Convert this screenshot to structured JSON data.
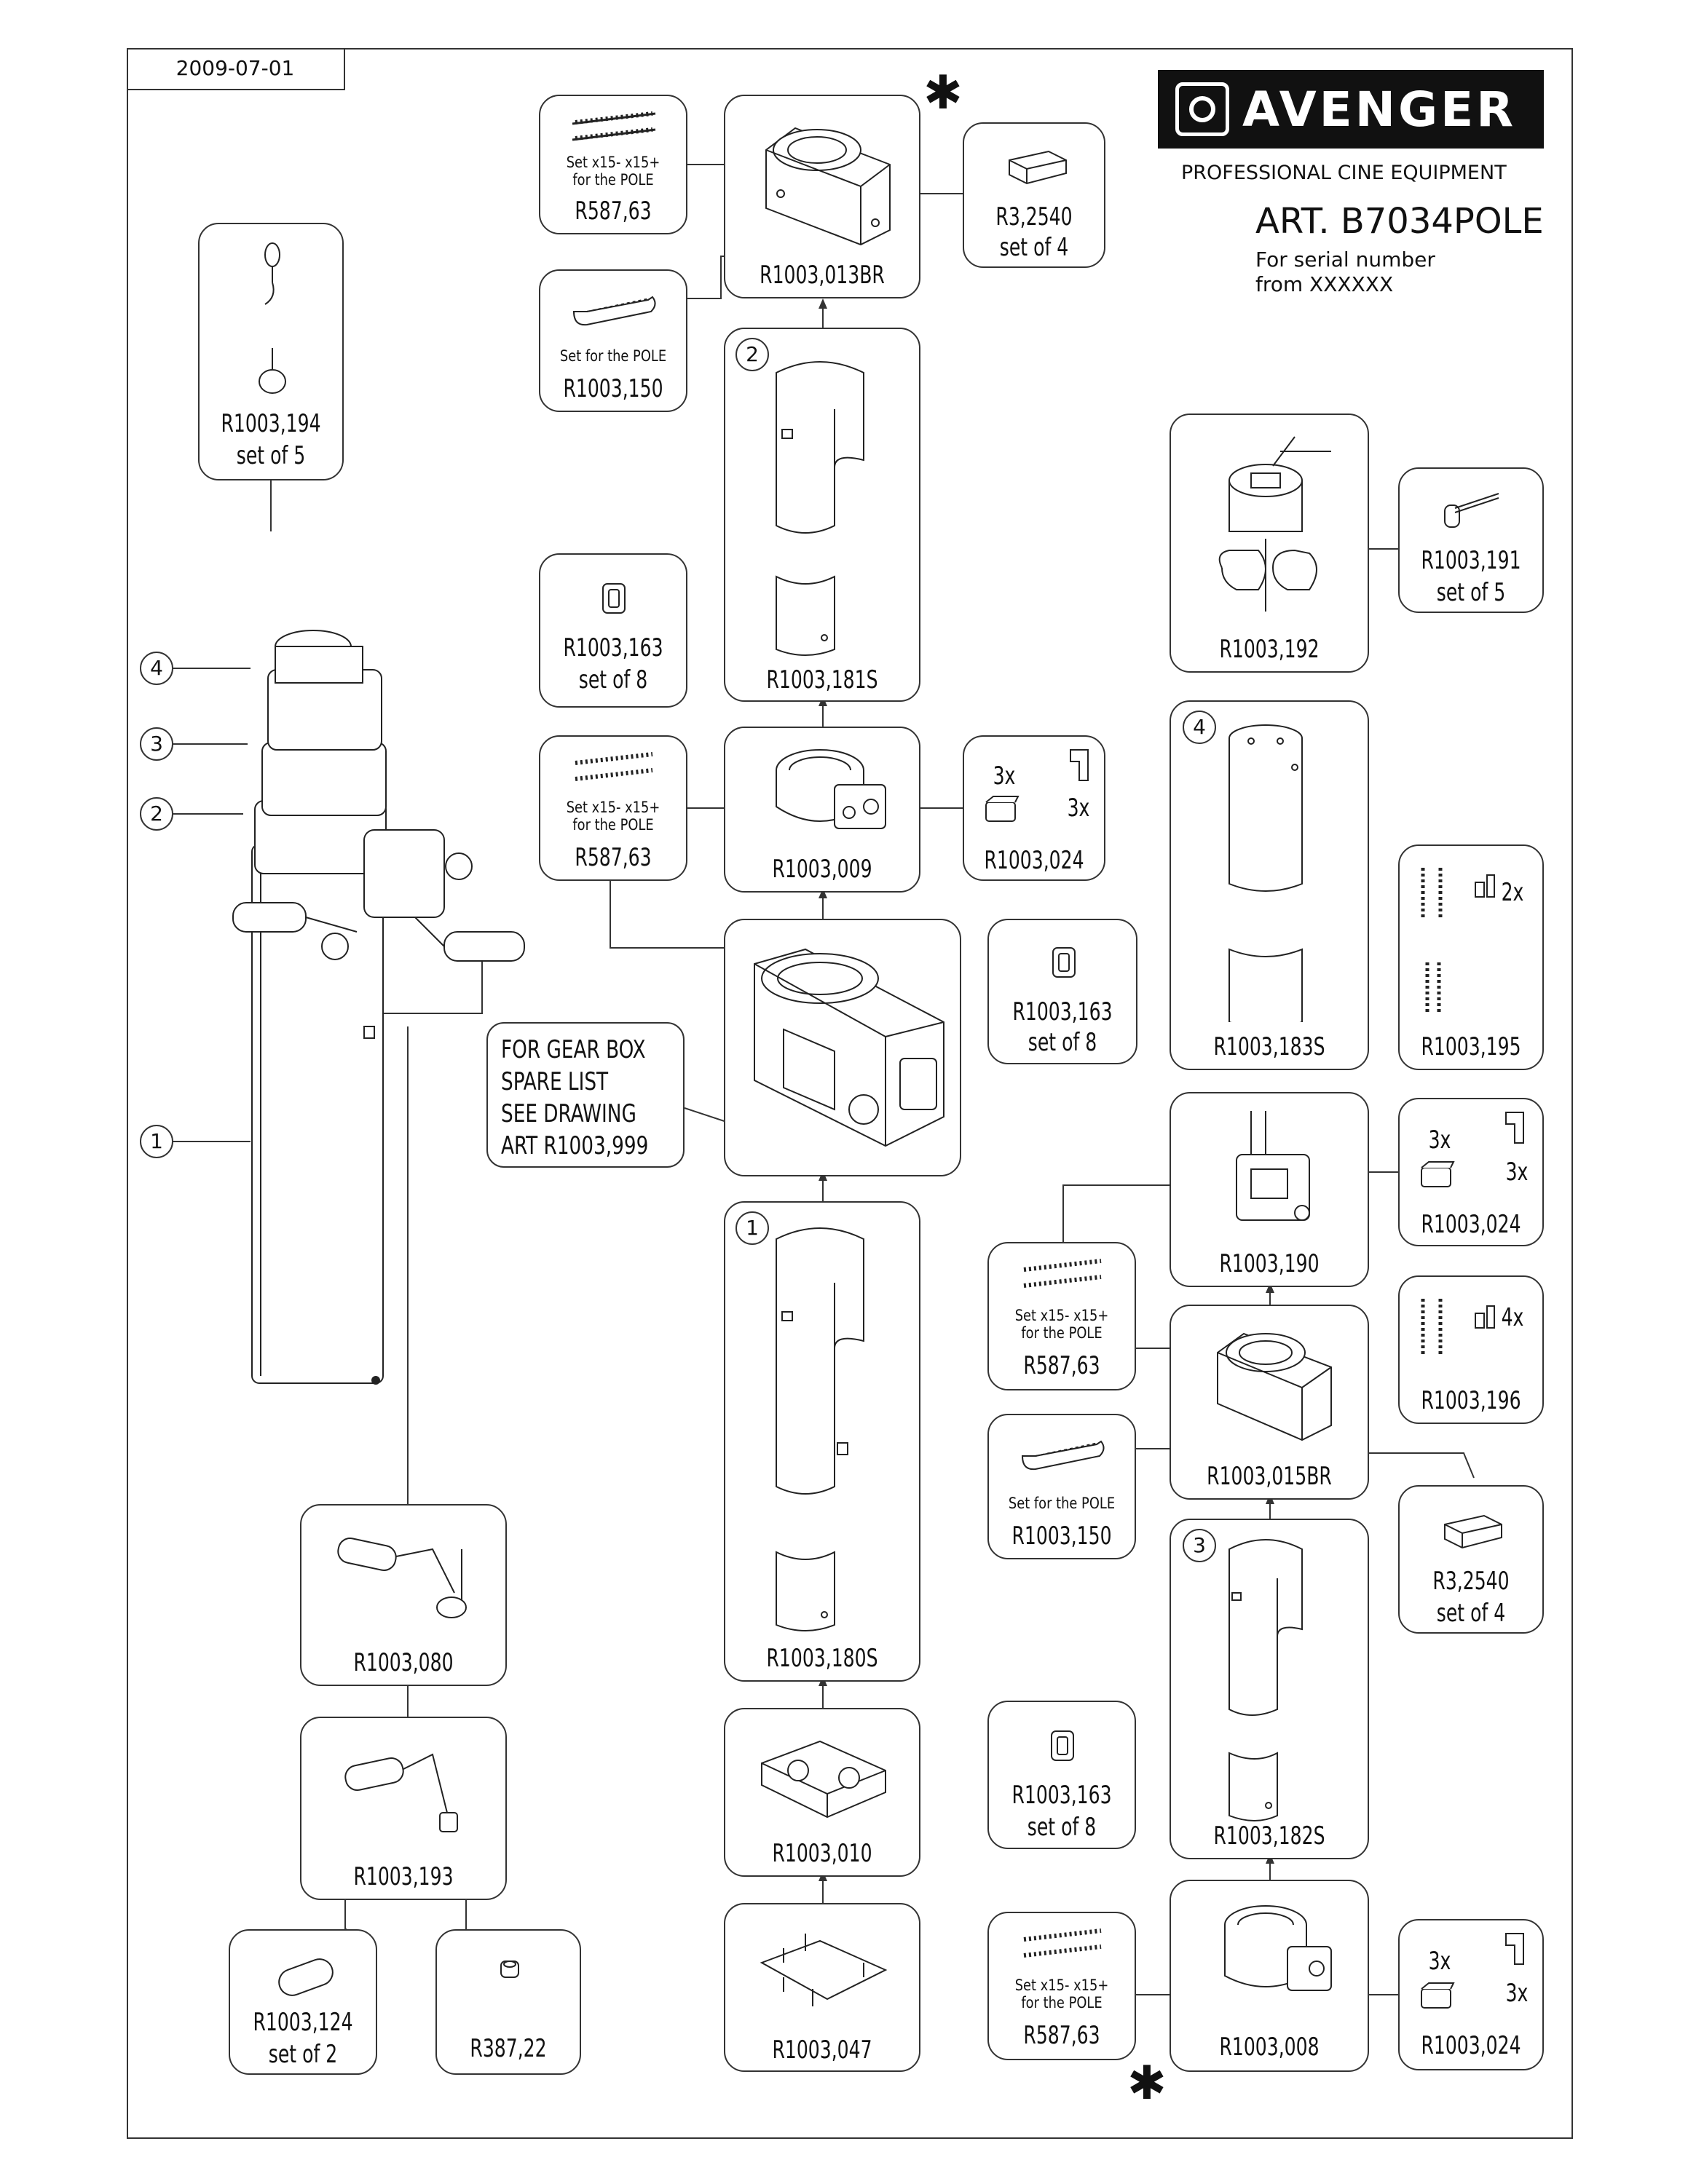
{
  "header": {
    "date": "2009-07-01",
    "brand": "AVENGER",
    "tagline": "PROFESSIONAL CINE EQUIPMENT",
    "article": "ART. B7034POLE",
    "serial_line1": "For serial number",
    "serial_line2": "from XXXXXX"
  },
  "note": {
    "line1": "FOR GEAR BOX",
    "line2": "SPARE LIST",
    "line3": "SEE DRAWING",
    "line4": "ART R1003,999"
  },
  "callouts": [
    "1",
    "2",
    "3",
    "4"
  ],
  "markers": {
    "star": "✱"
  },
  "parts": {
    "r587_top": {
      "label": "R587,63",
      "small1": "Set  x15-      x15+",
      "small2": "for the POLE"
    },
    "r013br": {
      "label": "R1003,013BR"
    },
    "r2540_top": {
      "label1": "R3,2540",
      "label2": "set of 4"
    },
    "r150_top": {
      "label": "R1003,150",
      "small1": "Set for the POLE"
    },
    "r194": {
      "label1": "R1003,194",
      "label2": "set of 5"
    },
    "r181s": {
      "label": "R1003,181S",
      "section": "2"
    },
    "r163_a": {
      "label1": "R1003,163",
      "label2": "set of 8"
    },
    "r587_mid": {
      "label": "R587,63",
      "small1": "Set  x15-      x15+",
      "small2": "for the POLE"
    },
    "r009": {
      "label": "R1003,009"
    },
    "r024_a": {
      "label": "R1003,024",
      "qty1": "3x",
      "qty2": "3x"
    },
    "gearbox": {},
    "r163_b": {
      "label1": "R1003,163",
      "label2": "set of 8"
    },
    "r192": {
      "label": "R1003,192"
    },
    "r191": {
      "label1": "R1003,191",
      "label2": "set of 5"
    },
    "r183s": {
      "label": "R1003,183S",
      "section": "4"
    },
    "r195": {
      "label": "R1003,195",
      "qty": "2x"
    },
    "r190": {
      "label": "R1003,190"
    },
    "r024_b": {
      "label": "R1003,024",
      "qty1": "3x",
      "qty2": "3x"
    },
    "r587_r": {
      "label": "R587,63",
      "small1": "Set  x15-      x15+",
      "small2": "for the POLE"
    },
    "r015br": {
      "label": "R1003,015BR"
    },
    "r196": {
      "label": "R1003,196",
      "qty": "4x"
    },
    "r150_r": {
      "label": "R1003,150",
      "small1": "Set for the POLE"
    },
    "r2540_r": {
      "label1": "R3,2540",
      "label2": "set of 4"
    },
    "r180s": {
      "label": "R1003,180S",
      "section": "1"
    },
    "r182s": {
      "label": "R1003,182S",
      "section": "3"
    },
    "r080": {
      "label": "R1003,080"
    },
    "r193": {
      "label": "R1003,193"
    },
    "r010": {
      "label": "R1003,010"
    },
    "r163_c": {
      "label1": "R1003,163",
      "label2": "set of 8"
    },
    "r124": {
      "label1": "R1003,124",
      "label2": "set of 2"
    },
    "r387": {
      "label": "R387,22"
    },
    "r047": {
      "label": "R1003,047"
    },
    "r587_bot": {
      "label": "R587,63",
      "small1": "Set  x15-      x15+",
      "small2": "for the POLE"
    },
    "r008": {
      "label": "R1003,008"
    },
    "r024_c": {
      "label": "R1003,024",
      "qty1": "3x",
      "qty2": "3x"
    }
  },
  "colors": {
    "ink": "#111111",
    "line": "#333333",
    "paper": "#ffffff"
  }
}
